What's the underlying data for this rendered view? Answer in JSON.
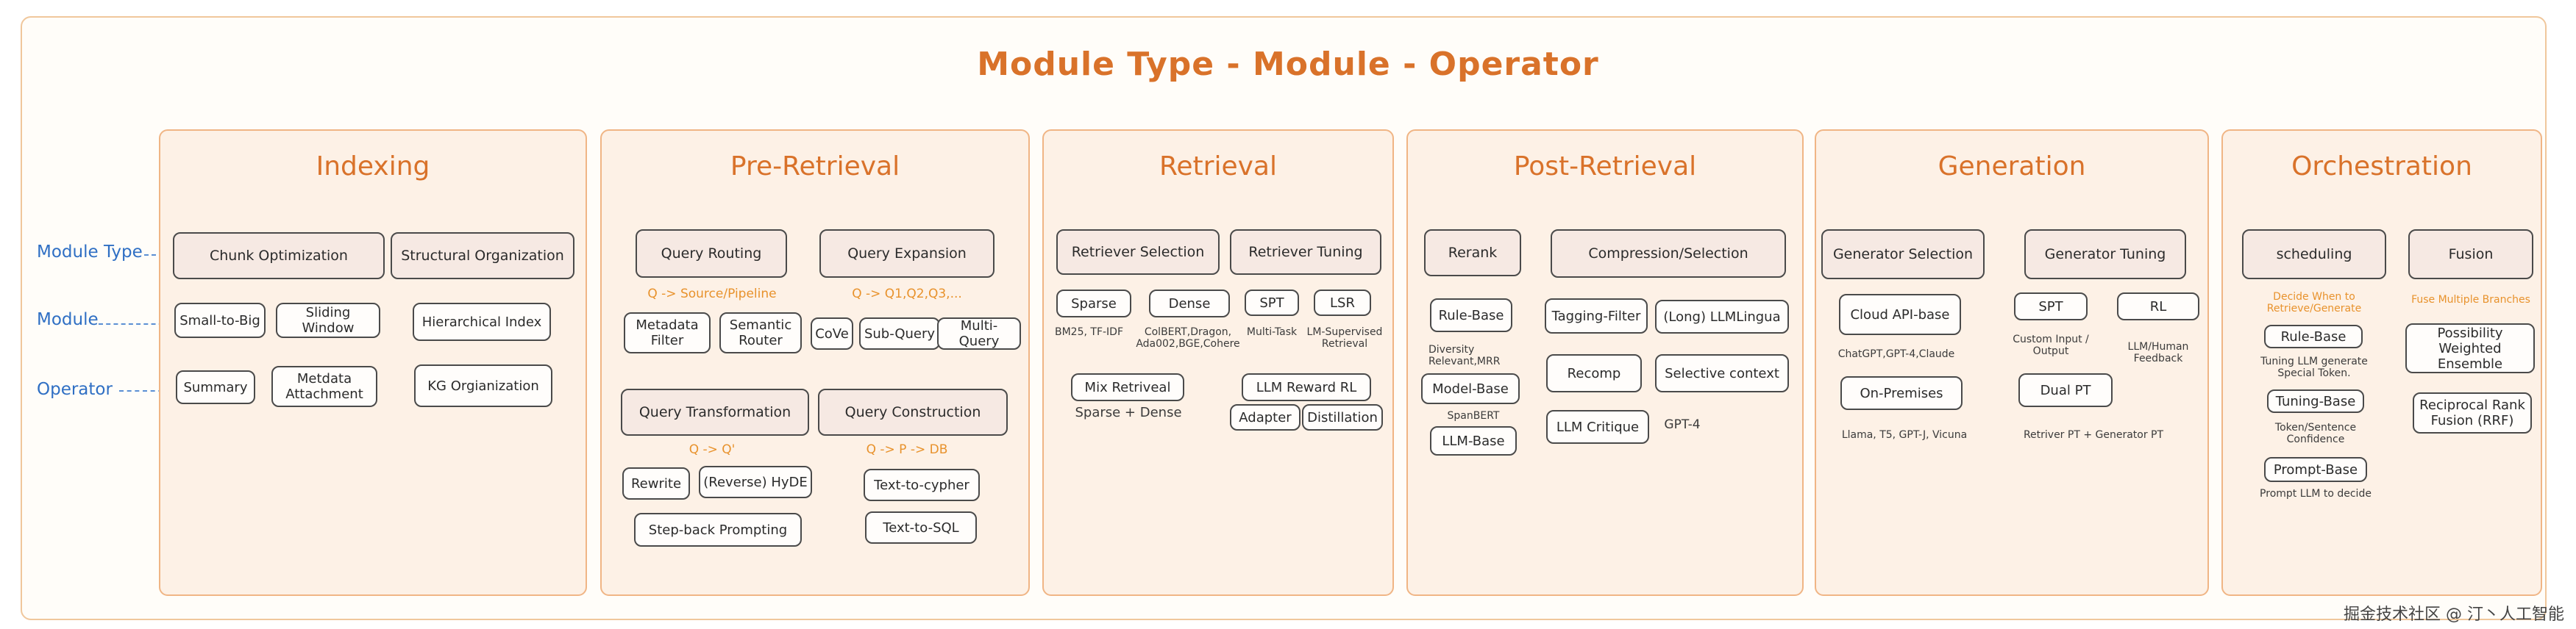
{
  "title": "Module Type - Module - Operator",
  "legend": [
    "Module Type",
    "Module",
    "Operator"
  ],
  "panels": {
    "indexing": {
      "title": "Indexing",
      "module_types": [
        "Chunk Optimization",
        "Structural Organization"
      ],
      "modules": [
        "Small-to-Big",
        "Sliding Window",
        "Metdata Attachment",
        "Hierarchical Index",
        "KG Orgianization"
      ],
      "operators": [
        "Summary"
      ]
    },
    "pre_retrieval": {
      "title": "Pre-Retrieval",
      "module_types": [
        "Query Routing",
        "Query Expansion",
        "Query Transformation",
        "Query Construction"
      ],
      "annotations": [
        "Q -> Source/Pipeline",
        "Q -> Q1,Q2,Q3,...",
        "Q -> Q'",
        "Q -> P -> DB"
      ],
      "modules": [
        "Metadata Filter",
        "Semantic Router",
        "CoVe",
        "Sub-Query",
        "Multi-Query",
        "Rewrite",
        "(Reverse) HyDE",
        "Step-back Prompting",
        "Text-to-cypher",
        "Text-to-SQL"
      ]
    },
    "retrieval": {
      "title": "Retrieval",
      "module_types": [
        "Retriever Selection",
        "Retriever Tuning"
      ],
      "modules": [
        "Sparse",
        "Dense",
        "SPT",
        "LSR",
        "Mix Retriveal",
        "LLM Reward RL",
        "Adapter",
        "Distillation"
      ],
      "notes": [
        "BM25, TF-IDF",
        "ColBERT,Dragon, Ada002,BGE,Cohere",
        "Multi-Task",
        "LM-Supervised Retrieval",
        "Sparse + Dense"
      ]
    },
    "post_retrieval": {
      "title": "Post-Retrieval",
      "module_types": [
        "Rerank",
        "Compression/Selection"
      ],
      "modules": [
        "Rule-Base",
        "Model-Base",
        "LLM-Base",
        "Tagging-Filter",
        "(Long) LLMLingua",
        "Recomp",
        "Selective context",
        "LLM Critique"
      ],
      "notes": [
        "Diversity Relevant,MRR",
        "SpanBERT",
        "GPT-4"
      ]
    },
    "generation": {
      "title": "Generation",
      "module_types": [
        "Generator Selection",
        "Generator Tuning"
      ],
      "modules": [
        "Cloud API-base",
        "On-Premises",
        "SPT",
        "RL",
        "Dual PT"
      ],
      "notes": [
        "ChatGPT,GPT-4,Claude",
        "Llama, T5, GPT-J, Vicuna",
        "Custom Input / Output",
        "LLM/Human Feedback",
        "Retriver PT + Generator PT"
      ]
    },
    "orchestration": {
      "title": "Orchestration",
      "module_types": [
        "scheduling",
        "Fusion"
      ],
      "annotations": [
        "Decide When to Retrieve/Generate",
        "Fuse Multiple Branches"
      ],
      "modules": [
        "Rule-Base",
        "Tuning-Base",
        "Prompt-Base",
        "Possibility Weighted Ensemble",
        "Reciprocal Rank Fusion (RRF)"
      ],
      "notes": [
        "Tuning LLM generate Special Token.",
        "Token/Sentence Confidence",
        "Prompt LLM to decide"
      ]
    }
  },
  "watermark": "掘金技术社区 @ 汀丶人工智能"
}
